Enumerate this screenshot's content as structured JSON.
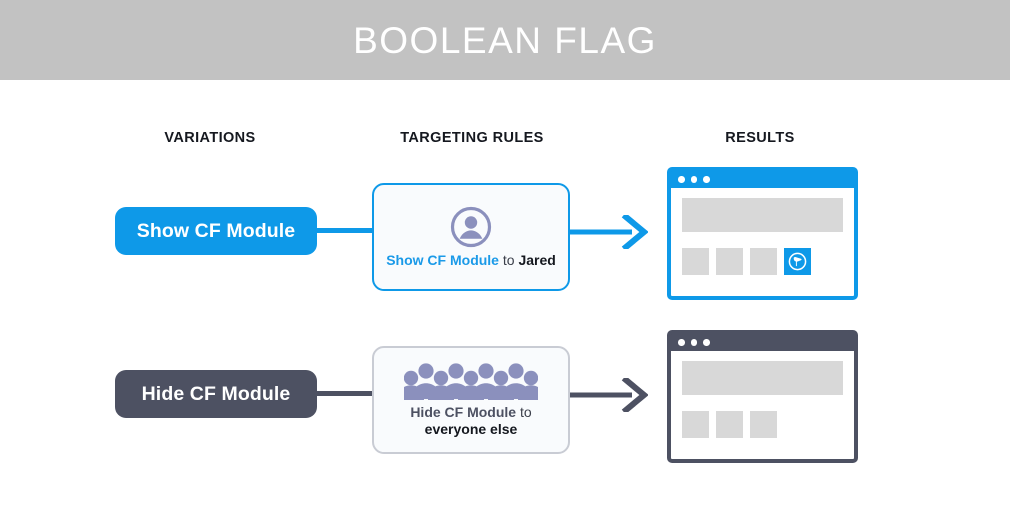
{
  "banner": {
    "title": "BOOLEAN FLAG",
    "background_color": "#c2c2c2",
    "text_color": "#ffffff"
  },
  "columns": {
    "variations": "VARIATIONS",
    "targeting_rules": "TARGETING RULES",
    "results": "RESULTS"
  },
  "colors": {
    "accent_blue": "#0e99e8",
    "slate": "#4d5162",
    "icon_slate_purple": "#8b90bd",
    "placeholder_gray": "#d8d8d8",
    "card_background": "#f9fbfd",
    "card_border_gray": "#c9ccd4"
  },
  "rows": [
    {
      "variation_label": "Show CF Module",
      "variation_style": "blue",
      "rule_icon": "single-person-icon",
      "rule_text_primary": "Show CF Module",
      "rule_text_connector": "to",
      "rule_text_target": "Jared",
      "rule_text_target_line2": "",
      "arrow_color": "#0e99e8",
      "browser_style": "blue",
      "browser_dots": 3,
      "tiles": 4,
      "highlight_tile_index": 3,
      "highlight_icon": "speech-bubble-flag-icon"
    },
    {
      "variation_label": "Hide CF Module",
      "variation_style": "slate",
      "rule_icon": "crowd-of-people-icon",
      "rule_text_primary": "Hide CF Module",
      "rule_text_connector": "to",
      "rule_text_target": "",
      "rule_text_target_line2": "everyone else",
      "arrow_color": "#4d5162",
      "browser_style": "slate",
      "browser_dots": 3,
      "tiles": 3,
      "highlight_tile_index": -1,
      "highlight_icon": ""
    }
  ]
}
